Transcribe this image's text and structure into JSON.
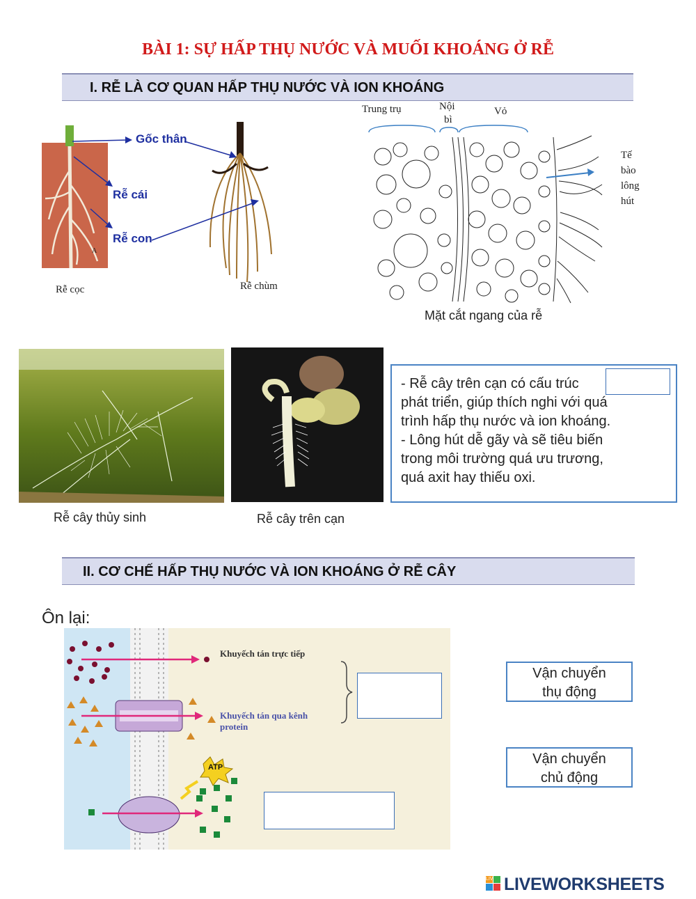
{
  "title": "BÀI 1: SỰ HẤP THỤ NƯỚC VÀ MUỐI KHOÁNG Ở RỄ",
  "section1": {
    "heading": "I. RỄ LÀ CƠ QUAN HẤP THỤ NƯỚC VÀ ION KHOÁNG",
    "root_diagram": {
      "labels": {
        "goc_than": "Gốc thân",
        "re_cai": "Rễ cái",
        "re_con": "Rễ con",
        "marker_a": "A"
      },
      "captions": {
        "re_coc": "Rễ cọc",
        "re_chum": "Rễ chùm"
      }
    },
    "cross_section": {
      "labels": {
        "trung_tru": "Trung trụ",
        "noi_bi_1": "Nội",
        "noi_bi_2": "bì",
        "vo": "Vỏ",
        "te_1": "Tế",
        "te_2": "bào",
        "te_3": "lông",
        "te_4": "hút"
      },
      "caption": "Mặt cắt ngang của rễ"
    },
    "photos": {
      "aquatic_caption": "Rễ cây thủy sinh",
      "land_caption": "Rễ cây trên cạn"
    },
    "textbox": {
      "line1": "- Rễ cây trên cạn có cấu trúc",
      "line2": "phát triển, giúp thích nghi với quá",
      "line3": "trình hấp thụ nước và ion khoáng.",
      "line4": "- Lông hút dễ gãy và sẽ tiêu biến",
      "line5": "trong môi trường quá ưu trương,",
      "line6": "quá axit hay thiếu oxi."
    }
  },
  "section2": {
    "heading": "II. CƠ CHẾ HẤP THỤ NƯỚC VÀ ION KHOÁNG Ở RỄ CÂY",
    "review_label": "Ôn lại:",
    "membrane": {
      "direct_diffusion": "Khuyếch tán  trực tiếp",
      "channel_diffusion_1": "Khuyếch tán  qua kênh",
      "channel_diffusion_2": "protein",
      "atp": "ATP"
    },
    "options": {
      "passive_1": "Vận chuyển",
      "passive_2": "thụ động",
      "active_1": "Vận chuyển",
      "active_2": "chủ động"
    }
  },
  "footer": {
    "brand": "LIVEWORKSHEETS",
    "logo_letters": "LIVE"
  },
  "colors": {
    "title": "#d11a1a",
    "section_bg": "#d9dcee",
    "box_border": "#4a83c4",
    "arrow": "#e0287a",
    "brand": "#1f3b6e"
  }
}
